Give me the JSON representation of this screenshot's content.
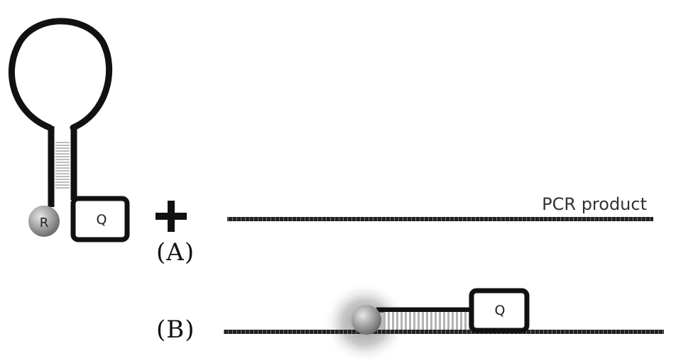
{
  "diagram": {
    "panels": [
      {
        "label": "(A)"
      },
      {
        "label": "(B)"
      }
    ],
    "reporter_label": "R",
    "quencher_label": "Q",
    "operator": "+",
    "strand_label": "PCR product",
    "colors": {
      "line": "#111111",
      "stem_fill": "#bdbdbd",
      "reporter": "#9a9a9a",
      "glow": "#8c8c8c",
      "box_fill": "#ffffff"
    }
  }
}
